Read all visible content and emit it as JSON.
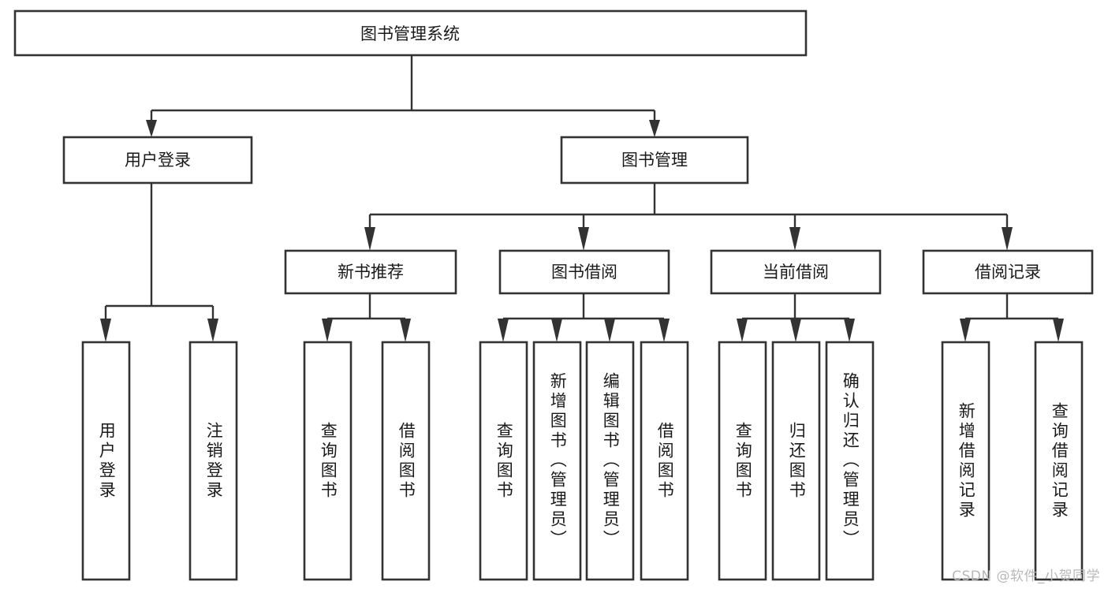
{
  "diagram": {
    "title": "图书管理系统",
    "type": "tree-hierarchy",
    "root": {
      "id": "root",
      "label": "图书管理系统",
      "orientation": "horizontal"
    },
    "level2": [
      {
        "id": "user-login",
        "label": "用户登录",
        "orientation": "horizontal"
      },
      {
        "id": "book-manage",
        "label": "图书管理",
        "orientation": "horizontal"
      }
    ],
    "level3": [
      {
        "id": "new-book-recommend",
        "label": "新书推荐",
        "orientation": "horizontal",
        "parent": "book-manage"
      },
      {
        "id": "book-borrow",
        "label": "图书借阅",
        "orientation": "horizontal",
        "parent": "book-manage"
      },
      {
        "id": "current-borrow",
        "label": "当前借阅",
        "orientation": "horizontal",
        "parent": "book-manage"
      },
      {
        "id": "borrow-record",
        "label": "借阅记录",
        "orientation": "horizontal",
        "parent": "book-manage"
      }
    ],
    "leaves": [
      {
        "id": "leaf-user-login",
        "label": "用户登录",
        "parent": "user-login",
        "orientation": "vertical"
      },
      {
        "id": "leaf-logout-login",
        "label": "注销登录",
        "parent": "user-login",
        "orientation": "vertical"
      },
      {
        "id": "leaf-query-book-1",
        "label": "查询图书",
        "parent": "new-book-recommend",
        "orientation": "vertical"
      },
      {
        "id": "leaf-borrow-book-1",
        "label": "借阅图书",
        "parent": "new-book-recommend",
        "orientation": "vertical"
      },
      {
        "id": "leaf-query-book-2",
        "label": "查询图书",
        "parent": "book-borrow",
        "orientation": "vertical"
      },
      {
        "id": "leaf-add-book",
        "label": "新增图书（管理员）",
        "parent": "book-borrow",
        "orientation": "vertical"
      },
      {
        "id": "leaf-edit-book",
        "label": "编辑图书（管理员）",
        "parent": "book-borrow",
        "orientation": "vertical"
      },
      {
        "id": "leaf-borrow-book-2",
        "label": "借阅图书",
        "parent": "book-borrow",
        "orientation": "vertical"
      },
      {
        "id": "leaf-query-book-3",
        "label": "查询图书",
        "parent": "current-borrow",
        "orientation": "vertical"
      },
      {
        "id": "leaf-return-book",
        "label": "归还图书",
        "parent": "current-borrow",
        "orientation": "vertical"
      },
      {
        "id": "leaf-confirm-return",
        "label": "确认归还（管理员）",
        "parent": "current-borrow",
        "orientation": "vertical"
      },
      {
        "id": "leaf-add-record",
        "label": "新增借阅记录",
        "parent": "borrow-record",
        "orientation": "vertical"
      },
      {
        "id": "leaf-query-record",
        "label": "查询借阅记录",
        "parent": "borrow-record",
        "orientation": "vertical"
      }
    ],
    "colors": {
      "stroke": "#333333",
      "fill": "#ffffff",
      "text": "#1a1a1a",
      "watermark": "#b8b8b8"
    }
  },
  "watermark": {
    "text": "CSDN @软件_小贺同学"
  }
}
